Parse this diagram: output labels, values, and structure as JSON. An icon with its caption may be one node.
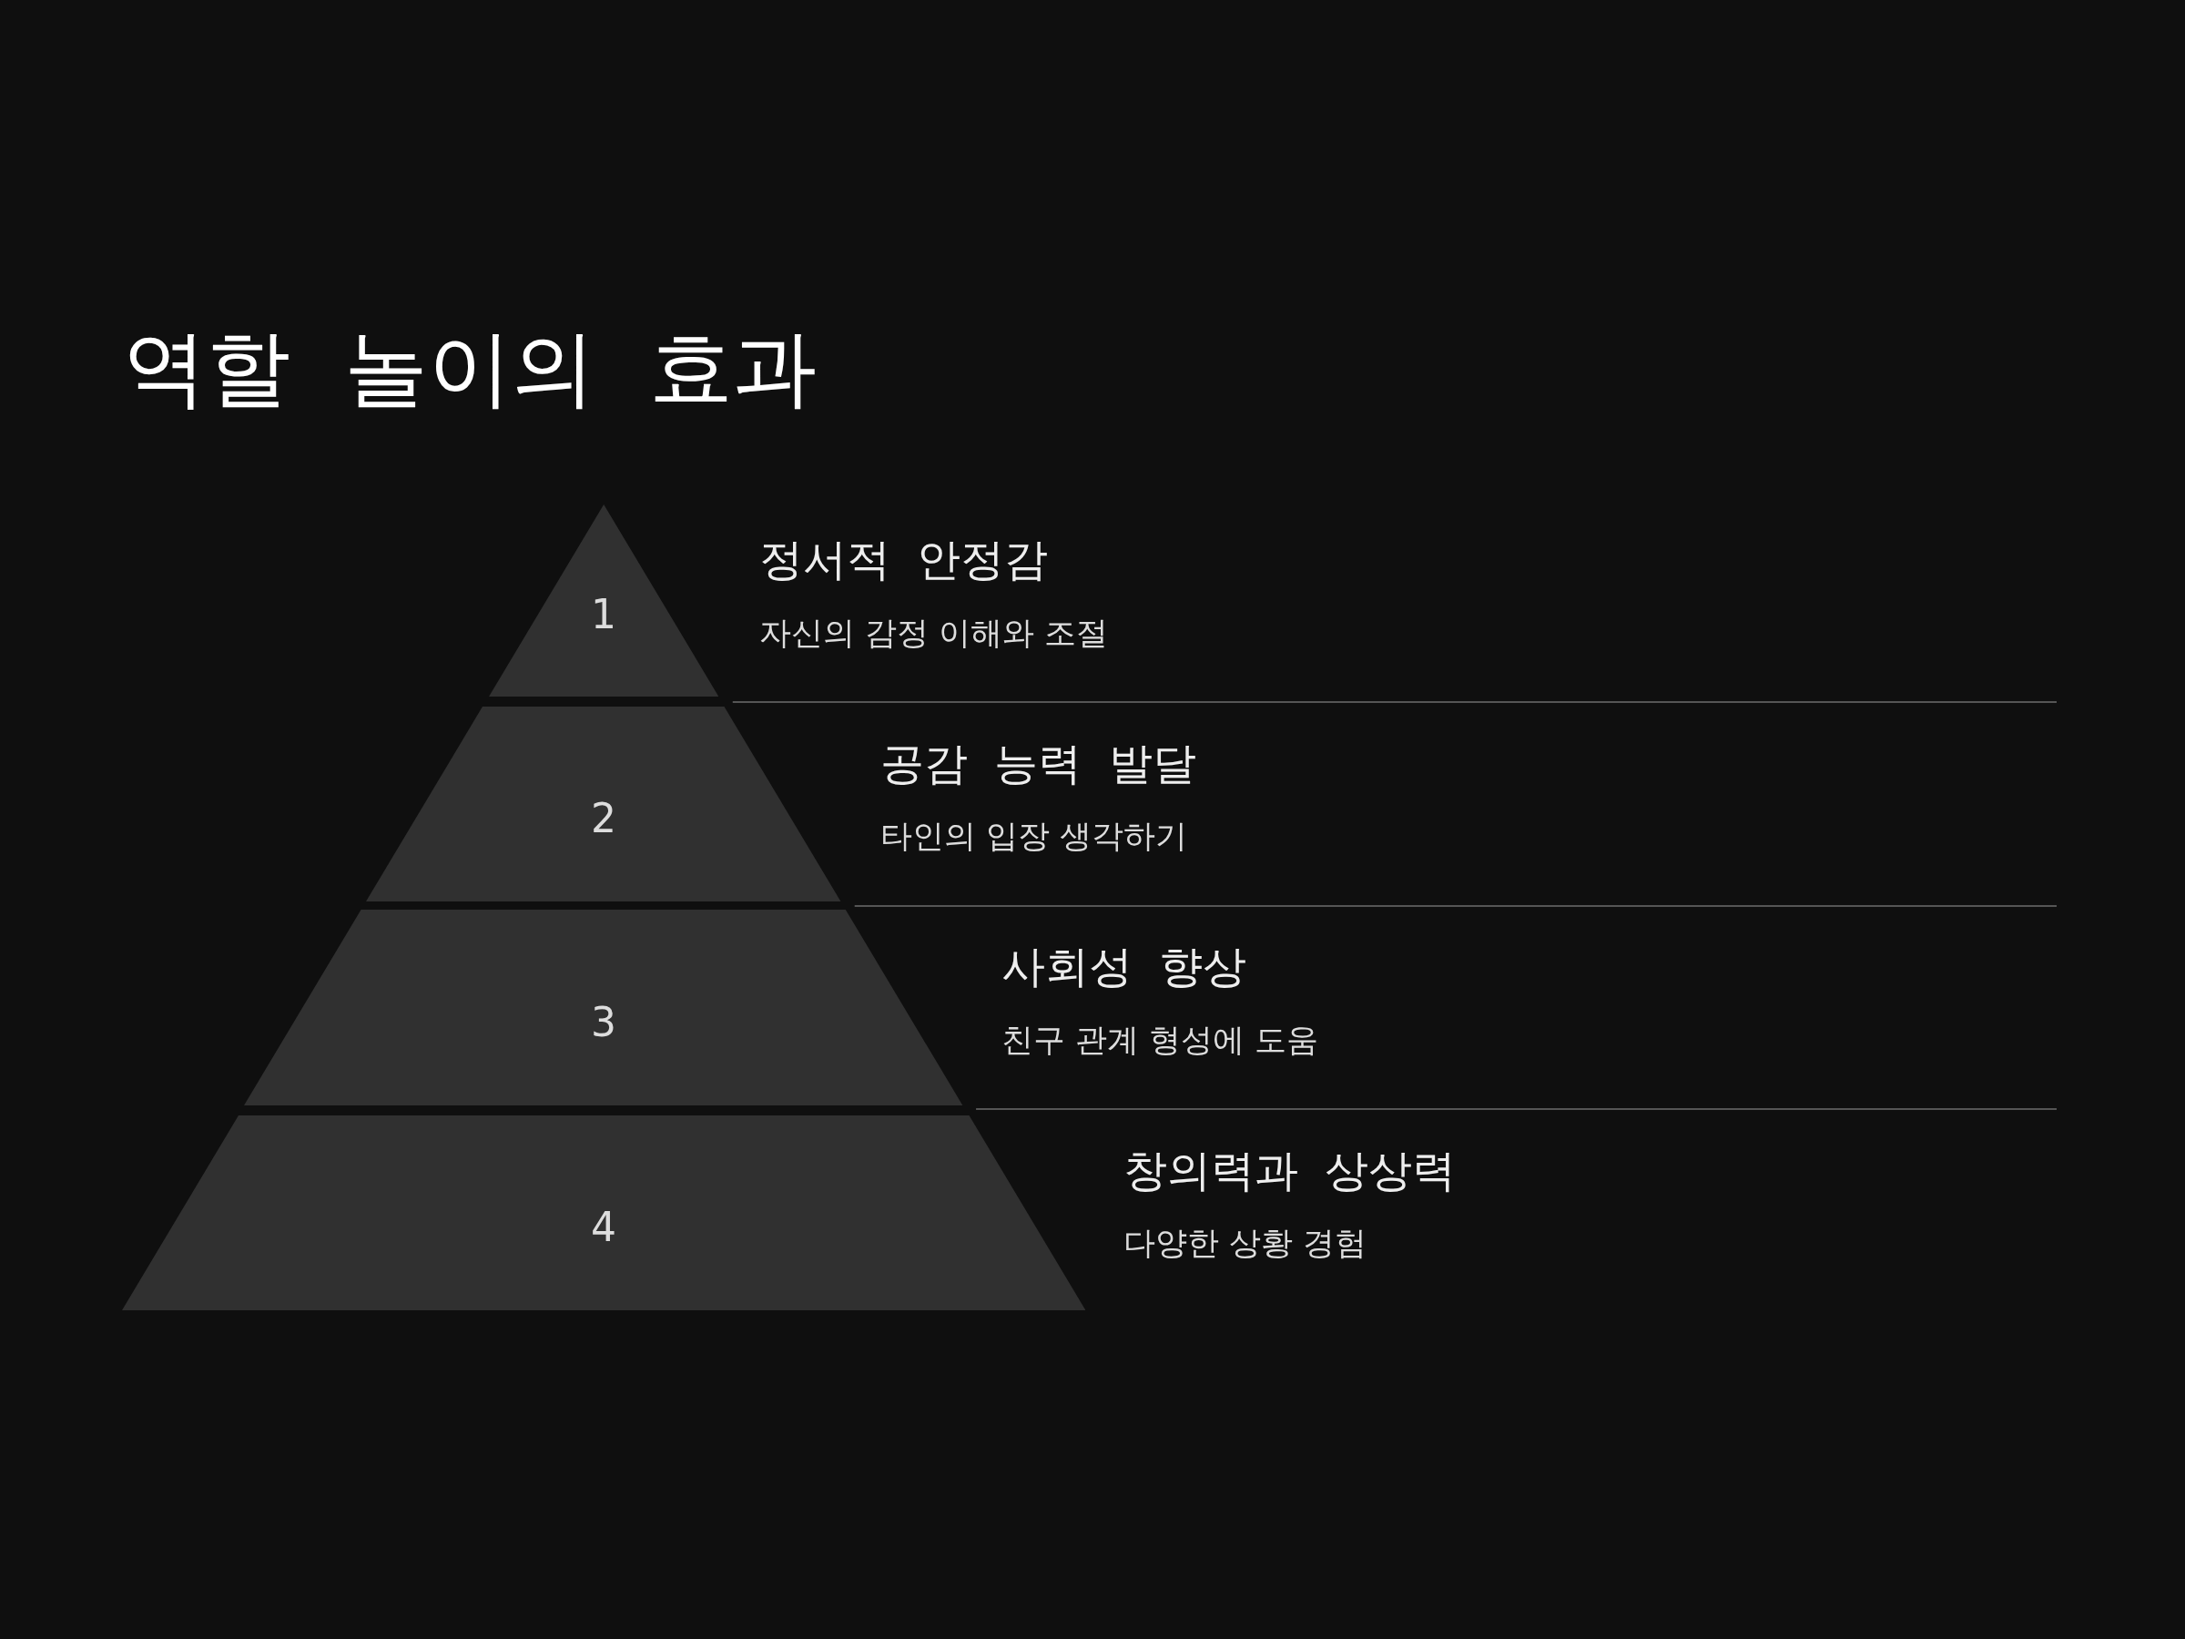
{
  "diagram": {
    "title": "역할 놀이의 효과",
    "nodes": [
      {
        "text": [
          "1"
        ],
        "beside": [
          "정서적 안정감",
          "자신의 감정 이해와 조절"
        ]
      },
      {
        "text": [
          "2"
        ],
        "beside": [
          "공감 능력 발달",
          "타인의 입장 생각하기"
        ]
      },
      {
        "text": [
          "3"
        ],
        "beside": [
          "사회성 향상",
          "친구 관계 형성에 도움"
        ]
      },
      {
        "text": [
          "4"
        ],
        "beside": [
          "창의력과 상상력",
          "다양한 상황 경험"
        ]
      }
    ],
    "edges": []
  }
}
